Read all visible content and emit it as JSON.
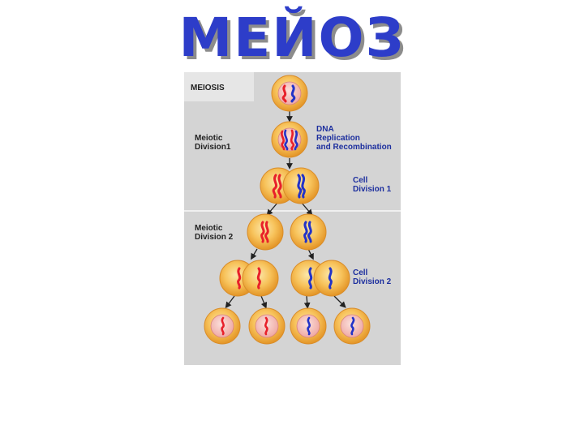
{
  "slide": {
    "title": "МЕЙОЗ"
  },
  "figure": {
    "header": "MEIOSIS",
    "stage1": [
      "Meiotic",
      "Division1"
    ],
    "dna": [
      "DNA",
      "Replication",
      "and Recombination"
    ],
    "cell1": [
      "Cell",
      "Division 1"
    ],
    "stage2": [
      "Meiotic",
      "Division 2"
    ],
    "cell2": [
      "Cell",
      "Division 2"
    ]
  },
  "colors": {
    "title": "#2d3dc9",
    "title_shadow": "#8c8c8c",
    "panel": "#d6d6d6",
    "panel_light": "#e5e5e5",
    "cell_outer": "#f2a83d",
    "nucleus": "#f6c5c3",
    "chromosome_red": "#e8202a",
    "chromosome_blue": "#2233c8",
    "label_blue": "#1d2f9e"
  }
}
